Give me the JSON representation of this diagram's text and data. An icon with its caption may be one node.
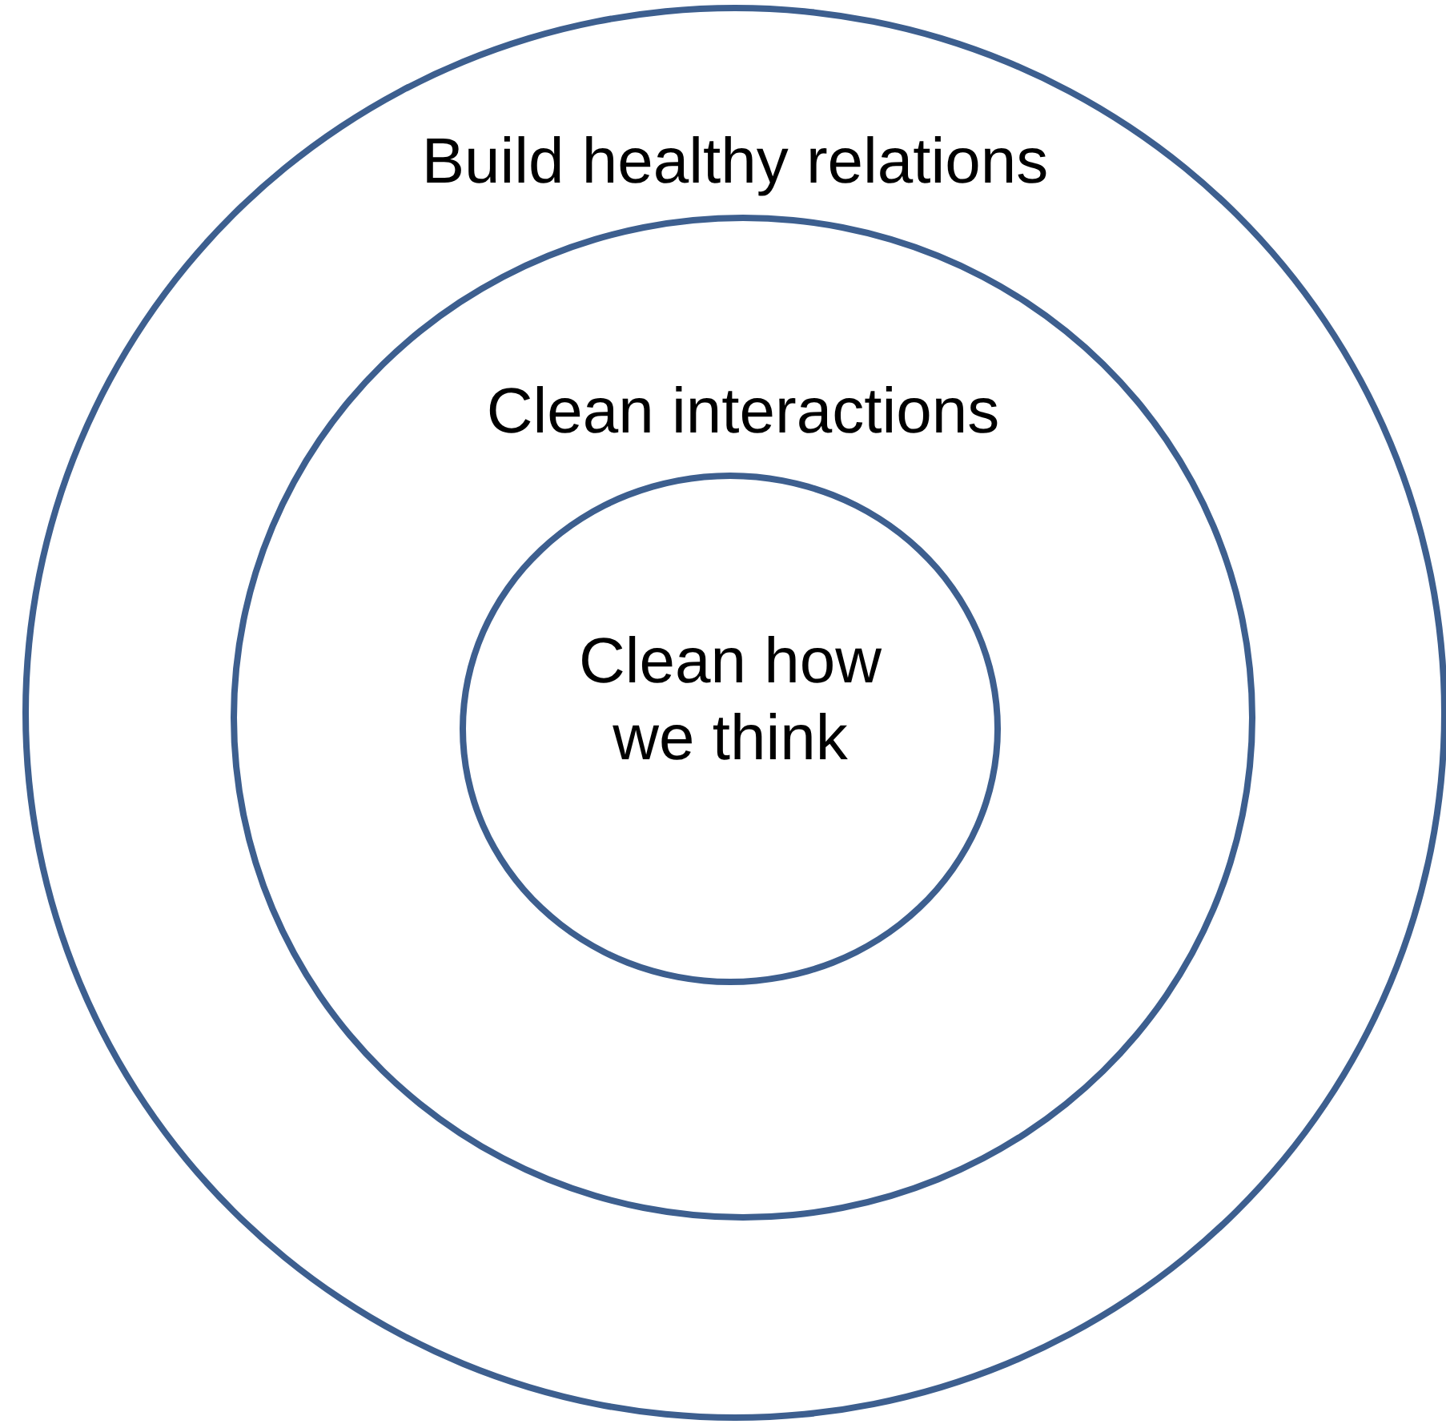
{
  "diagram": {
    "nodes": [
      {
        "text": [
          "Build healthy relations"
        ]
      },
      {
        "text": [
          "Clean interactions"
        ],
        "in": 0
      },
      {
        "text": [
          "Clean how we think"
        ],
        "in": 1
      }
    ]
  }
}
